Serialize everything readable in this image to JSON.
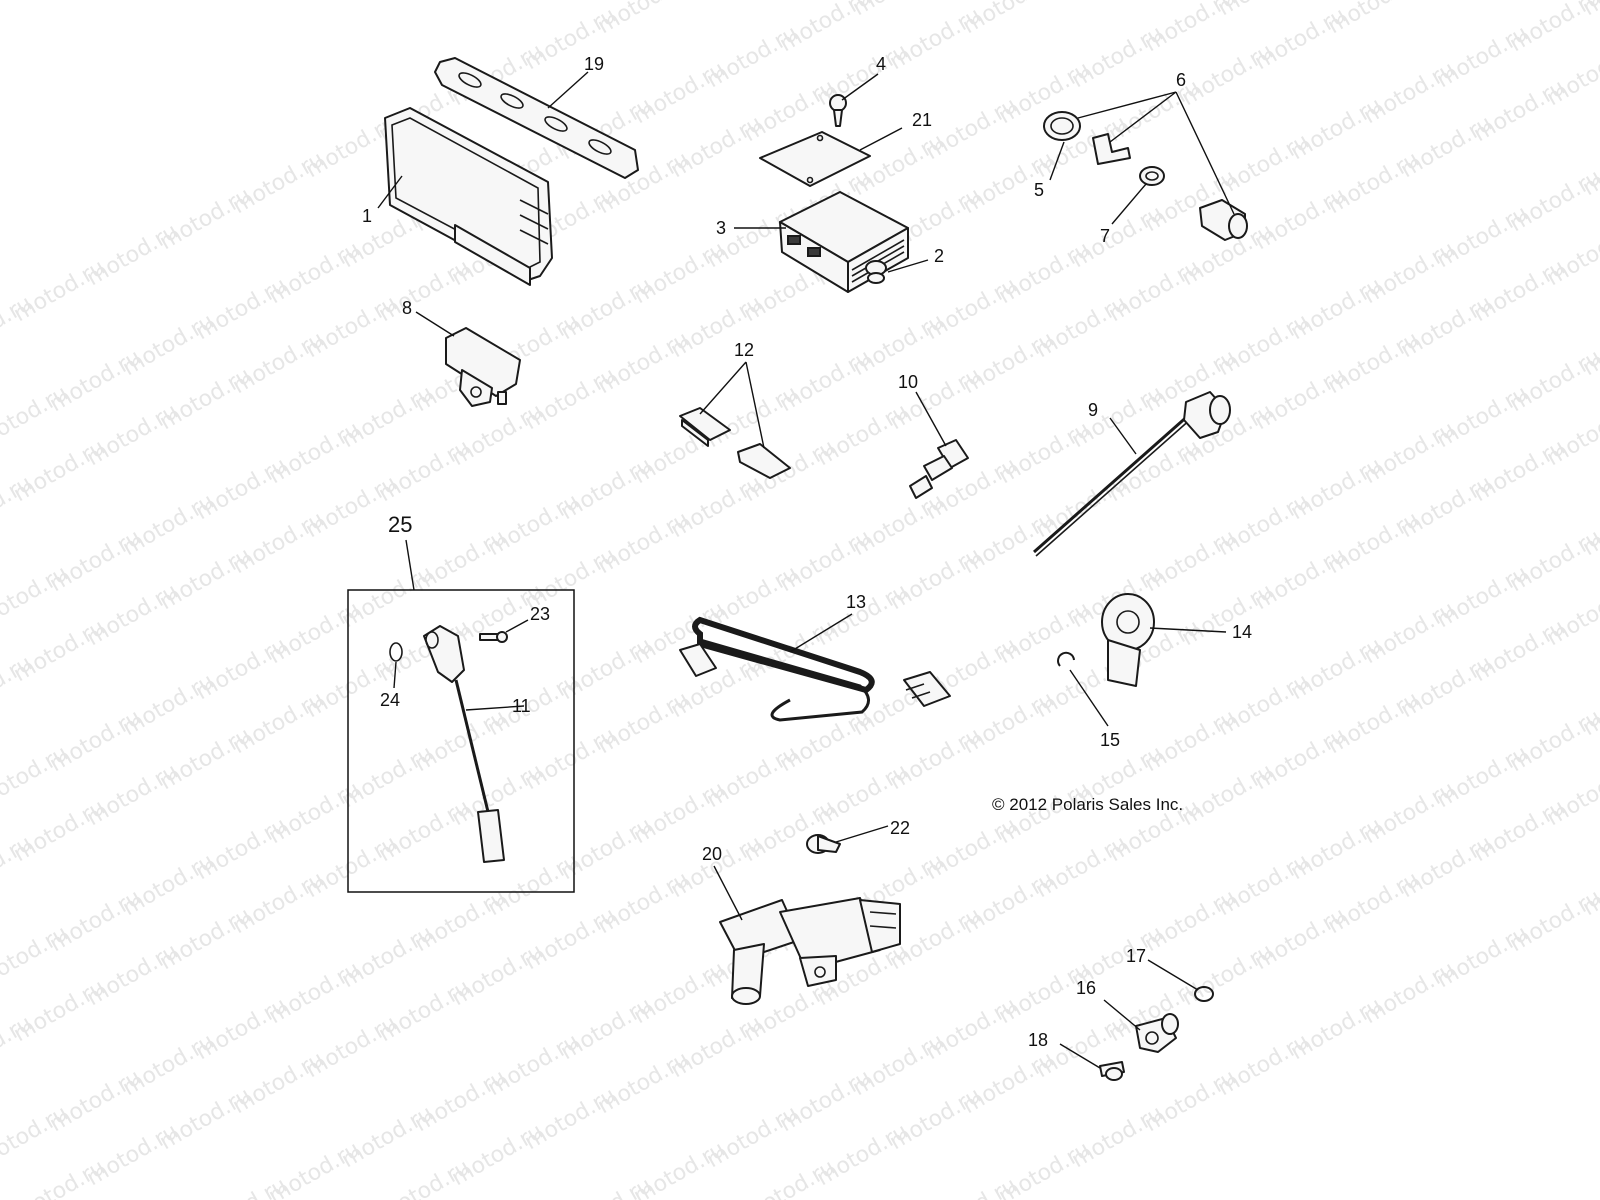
{
  "watermark": "motod.ru",
  "copyright": "© 2012 Polaris Sales Inc.",
  "callouts": {
    "c1": "1",
    "c2": "2",
    "c3": "3",
    "c4": "4",
    "c5": "5",
    "c6": "6",
    "c7": "7",
    "c8": "8",
    "c9": "9",
    "c10": "10",
    "c11": "11",
    "c12": "12",
    "c13": "13",
    "c14": "14",
    "c15": "15",
    "c16": "16",
    "c17": "17",
    "c18": "18",
    "c19": "19",
    "c20": "20",
    "c21": "21",
    "c22": "22",
    "c23": "23",
    "c24": "24",
    "c25": "25"
  }
}
